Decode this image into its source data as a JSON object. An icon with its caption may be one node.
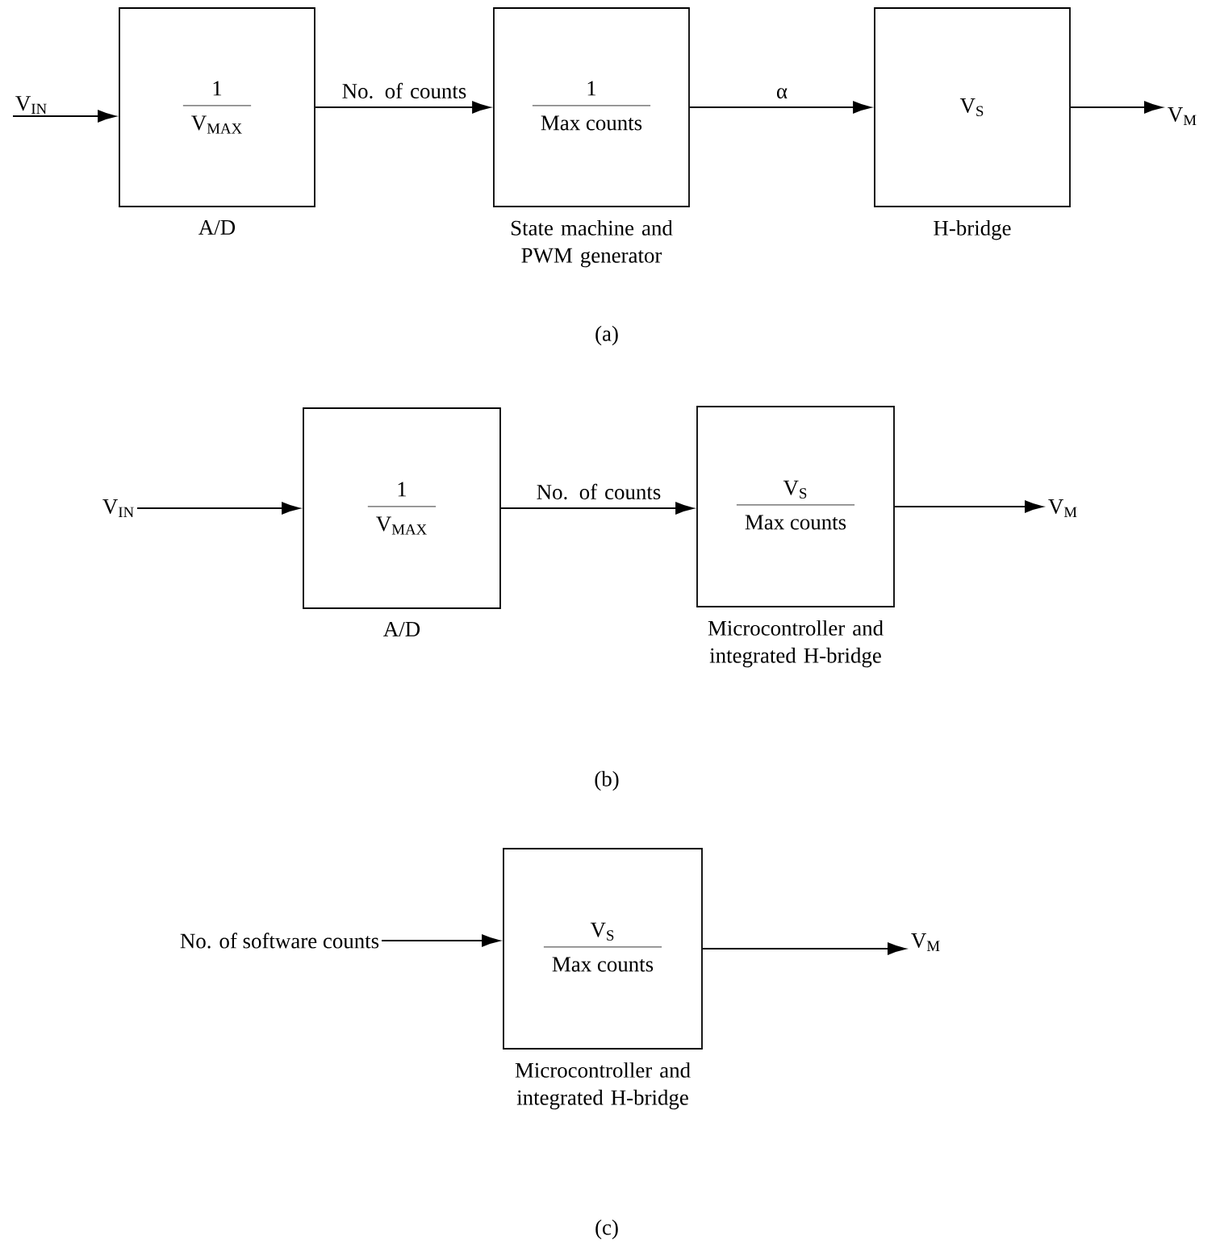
{
  "diagram": {
    "nodes": [
      {
        "text": [
          "V$_{IN}$"
        ]
      },
      {
        "text": [
          "1",
          "V$_{MAX}$"
        ],
        "beside": [
          "A/D"
        ]
      },
      {
        "text": [
          "1",
          "Max counts"
        ],
        "beside": [
          "State machine and PWM generator"
        ]
      },
      {
        "text": [
          "V$_{S}$"
        ],
        "beside": [
          "H-bridge"
        ]
      },
      {
        "text": [
          "V$_{M}$"
        ]
      },
      {
        "text": [
          "V$_{IN}$"
        ]
      },
      {
        "text": [
          "1",
          "V$_{MAX}$"
        ],
        "beside": [
          "A/D"
        ]
      },
      {
        "text": [
          "V$_{S}$",
          "Max counts"
        ],
        "beside": [
          "Microcontroller and integrated H-bridge"
        ]
      },
      {
        "text": [
          "V$_{M}$"
        ]
      },
      {
        "text": [
          "No. of software counts"
        ]
      },
      {
        "text": [
          "V$_{S}$",
          "Max counts"
        ],
        "beside": [
          "Microcontroller and integrated H-bridge"
        ]
      },
      {
        "text": [
          "V$_{M}$"
        ]
      }
    ],
    "edges": [
      {
        "from": 0,
        "to": 1,
        "arrow": "to"
      },
      {
        "from": 1,
        "to": 2,
        "arrow": "to",
        "label": "No. of counts"
      },
      {
        "from": 2,
        "to": 3,
        "arrow": "to",
        "label": "α"
      },
      {
        "from": 3,
        "to": 4,
        "arrow": "to"
      },
      {
        "from": 5,
        "to": 6,
        "arrow": "to"
      },
      {
        "from": 6,
        "to": 7,
        "arrow": "to",
        "label": "No. of counts"
      },
      {
        "from": 7,
        "to": 8,
        "arrow": "to"
      },
      {
        "from": 9,
        "to": 10,
        "arrow": "to"
      },
      {
        "from": 10,
        "to": 11,
        "arrow": "to"
      }
    ],
    "labels": [
      "(a)",
      "(b)",
      "(c)"
    ]
  }
}
